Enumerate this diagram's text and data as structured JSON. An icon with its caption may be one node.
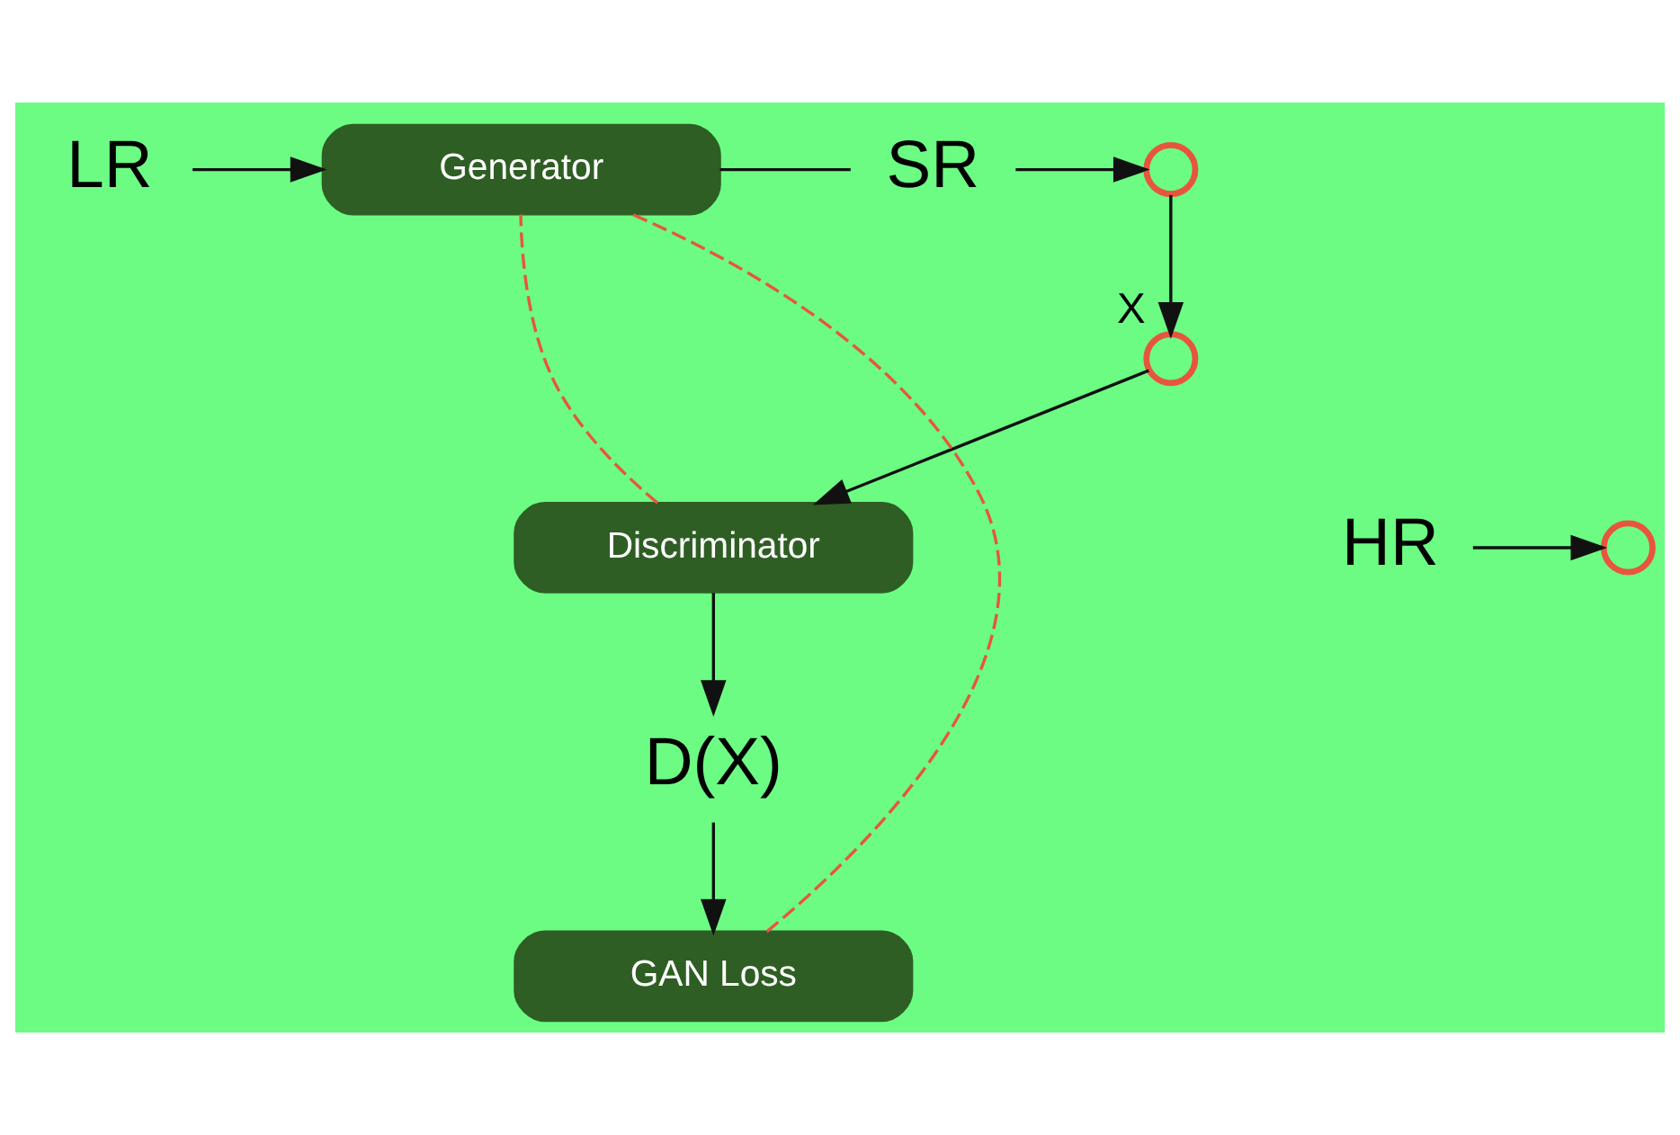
{
  "diagram": {
    "nodes": [
      {
        "text": [
          "LR"
        ]
      },
      {
        "text": [
          "Generator"
        ]
      },
      {
        "text": [
          "SR"
        ]
      },
      {
        "text": [],
        "shape": "circle"
      },
      {
        "text": [],
        "shape": "circle",
        "beside": [
          "X"
        ]
      },
      {
        "text": [
          "HR"
        ]
      },
      {
        "text": [],
        "shape": "circle"
      },
      {
        "text": [
          "Discriminator"
        ]
      },
      {
        "text": [
          "D(X)"
        ]
      },
      {
        "text": [
          "GAN Loss"
        ]
      }
    ],
    "edges": [
      {
        "from": 0,
        "to": 1,
        "arrow": "to"
      },
      {
        "from": 1,
        "to": 2,
        "arrow": "none"
      },
      {
        "from": 2,
        "to": 3,
        "arrow": "to"
      },
      {
        "from": 3,
        "to": 4,
        "arrow": "to"
      },
      {
        "from": 5,
        "to": 6,
        "arrow": "to"
      },
      {
        "from": 4,
        "to": 7,
        "arrow": "to"
      },
      {
        "from": 7,
        "to": 8,
        "arrow": "to"
      },
      {
        "from": 8,
        "to": 9,
        "arrow": "to"
      },
      {
        "from": 9,
        "to": 1,
        "arrow": "none",
        "style": "dashed",
        "color": "#e8553f"
      },
      {
        "from": 7,
        "to": 1,
        "arrow": "none",
        "style": "dashed",
        "color": "#e8553f"
      }
    ]
  }
}
